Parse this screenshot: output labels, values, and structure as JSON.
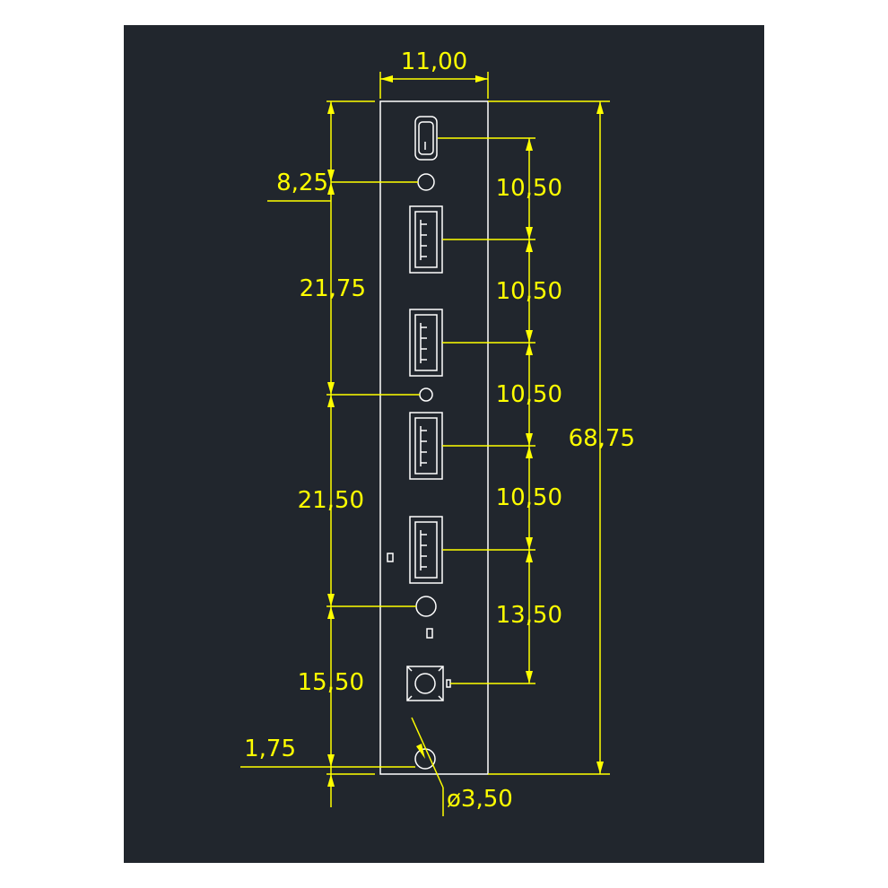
{
  "colors": {
    "canvas": "#ffffff",
    "background": "#21262d",
    "outline": "#ffffff",
    "dimension": "#ffff00"
  },
  "dimensions": {
    "width_top": "11,00",
    "total_height": "68,75",
    "left_top_offset": "8,25",
    "left_span_1": "21,75",
    "left_span_2": "21,50",
    "left_span_3": "15,50",
    "left_bottom_offset": "1,75",
    "right_pitch_1": "10,50",
    "right_pitch_2": "10,50",
    "right_pitch_3": "10,50",
    "right_pitch_4": "10,50",
    "right_pitch_5": "13,50",
    "hole_diameter": "ø3,50"
  },
  "components": [
    "usb-c-port",
    "round-hole",
    "usb-a-port",
    "usb-a-port",
    "round-hole",
    "usb-a-port",
    "usb-a-port",
    "round-hole",
    "tactile-button",
    "round-hole"
  ]
}
